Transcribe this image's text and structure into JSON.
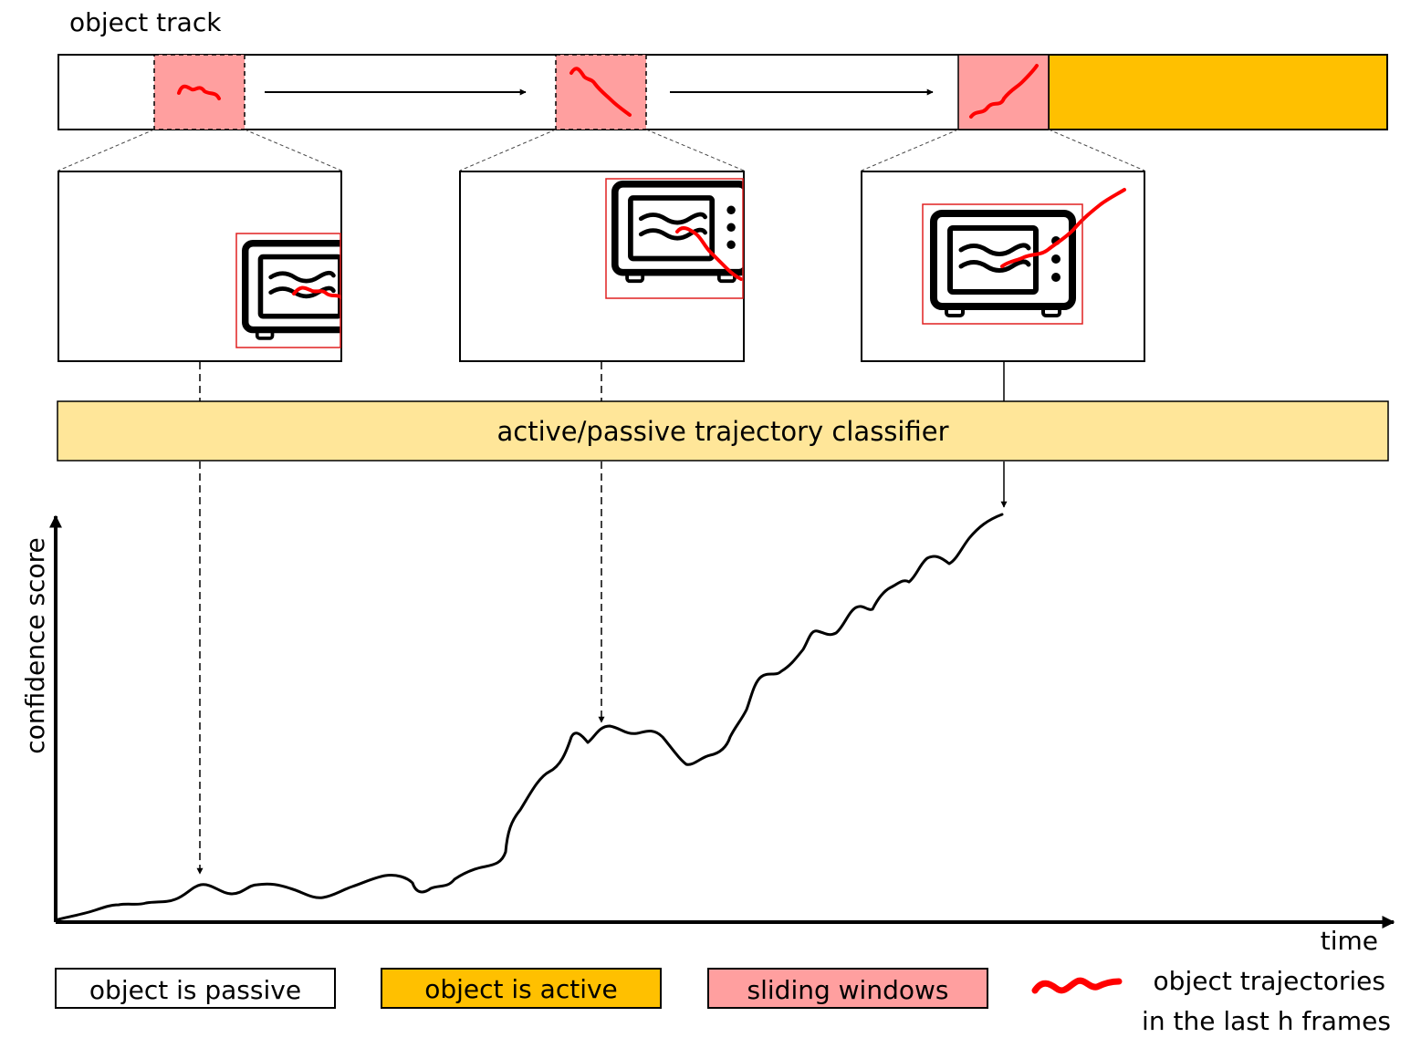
{
  "track": {
    "label": "object track"
  },
  "classifier": {
    "label": "active/passive trajectory classifier"
  },
  "plot": {
    "ylabel": "confidence score",
    "xlabel": "time"
  },
  "legend": {
    "passive": "object is passive",
    "active": "object is active",
    "windows": "sliding windows",
    "trajectories_line1": "object trajectories",
    "trajectories_line2": "in the last h frames"
  },
  "colors": {
    "window_fill": "#ff9f9f",
    "active_fill": "#ffc000",
    "classifier_fill": "#ffe699",
    "trajectory": "#ff0000",
    "crop_box": "#e02020"
  },
  "icons": {
    "frame_object": "microwave-icon",
    "arrow": "arrow-right-icon"
  }
}
